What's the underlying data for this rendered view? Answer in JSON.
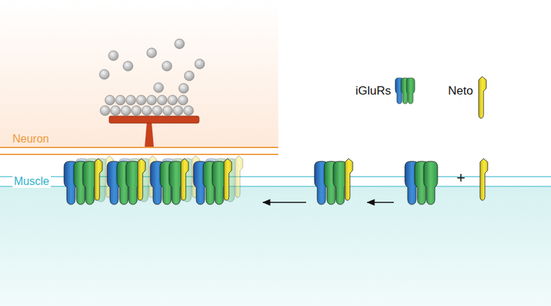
{
  "diagram": {
    "labels": [
      "Neuron",
      "Muscle",
      "+"
    ],
    "legend": [
      {
        "text": "iGluRs"
      },
      {
        "text": "Neto"
      }
    ]
  }
}
